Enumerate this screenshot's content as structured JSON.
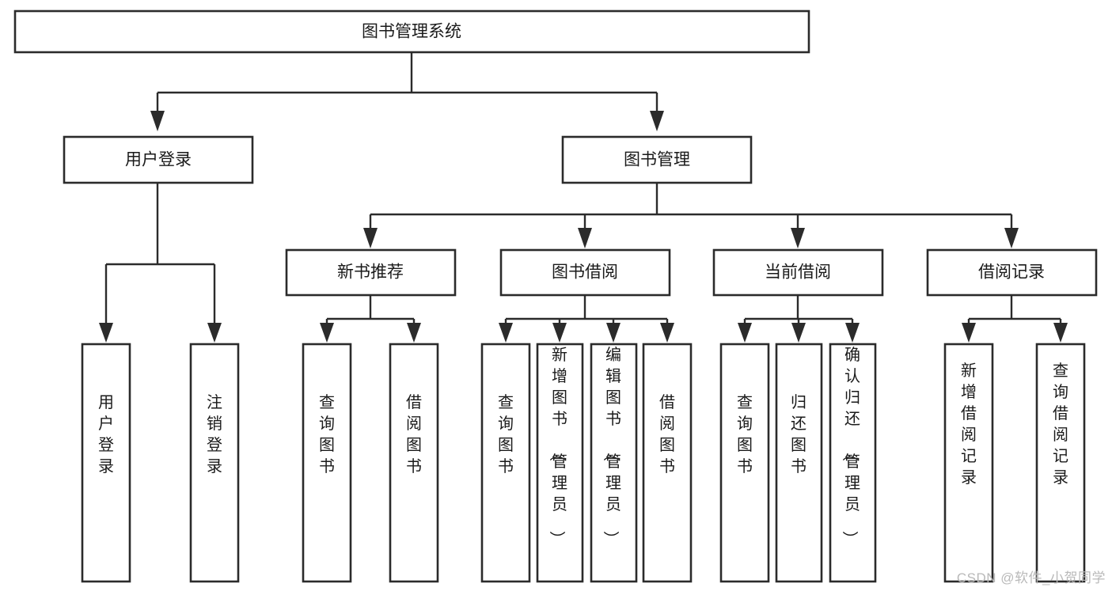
{
  "diagram": {
    "title": "图书管理系统",
    "type": "tree-hierarchy-diagram",
    "watermark": "CSDN @软件_小贺同学",
    "colors": {
      "background": "#ffffff",
      "box_border": "#2b2b2b",
      "box_fill": "#ffffff",
      "connector": "#2b2b2b",
      "text": "#1a1a1a",
      "watermark": "#b9b9b9"
    },
    "root": {
      "label": "图书管理系统",
      "orientation": "horizontal"
    },
    "level2": [
      {
        "label": "用户登录",
        "orientation": "horizontal"
      },
      {
        "label": "图书管理",
        "orientation": "horizontal"
      }
    ],
    "level3": [
      {
        "label": "新书推荐",
        "orientation": "horizontal"
      },
      {
        "label": "图书借阅",
        "orientation": "horizontal"
      },
      {
        "label": "当前借阅",
        "orientation": "horizontal"
      },
      {
        "label": "借阅记录",
        "orientation": "horizontal"
      }
    ],
    "leaves": {
      "user_login": [
        {
          "label": "用户登录",
          "orientation": "vertical"
        },
        {
          "label": "注销登录",
          "orientation": "vertical"
        }
      ],
      "new_book_recommend": [
        {
          "label": "查询图书",
          "orientation": "vertical"
        },
        {
          "label": "借阅图书",
          "orientation": "vertical"
        }
      ],
      "book_borrow": [
        {
          "label": "查询图书",
          "orientation": "vertical"
        },
        {
          "label": "新增图书（管理员）",
          "orientation": "vertical"
        },
        {
          "label": "编辑图书（管理员）",
          "orientation": "vertical"
        },
        {
          "label": "借阅图书",
          "orientation": "vertical"
        }
      ],
      "current_borrow": [
        {
          "label": "查询图书",
          "orientation": "vertical"
        },
        {
          "label": "归还图书",
          "orientation": "vertical"
        },
        {
          "label": "确认归还（管理员）",
          "orientation": "vertical"
        }
      ],
      "borrow_record": [
        {
          "label": "新增借阅记录",
          "orientation": "vertical"
        },
        {
          "label": "查询借阅记录",
          "orientation": "vertical"
        }
      ]
    }
  }
}
